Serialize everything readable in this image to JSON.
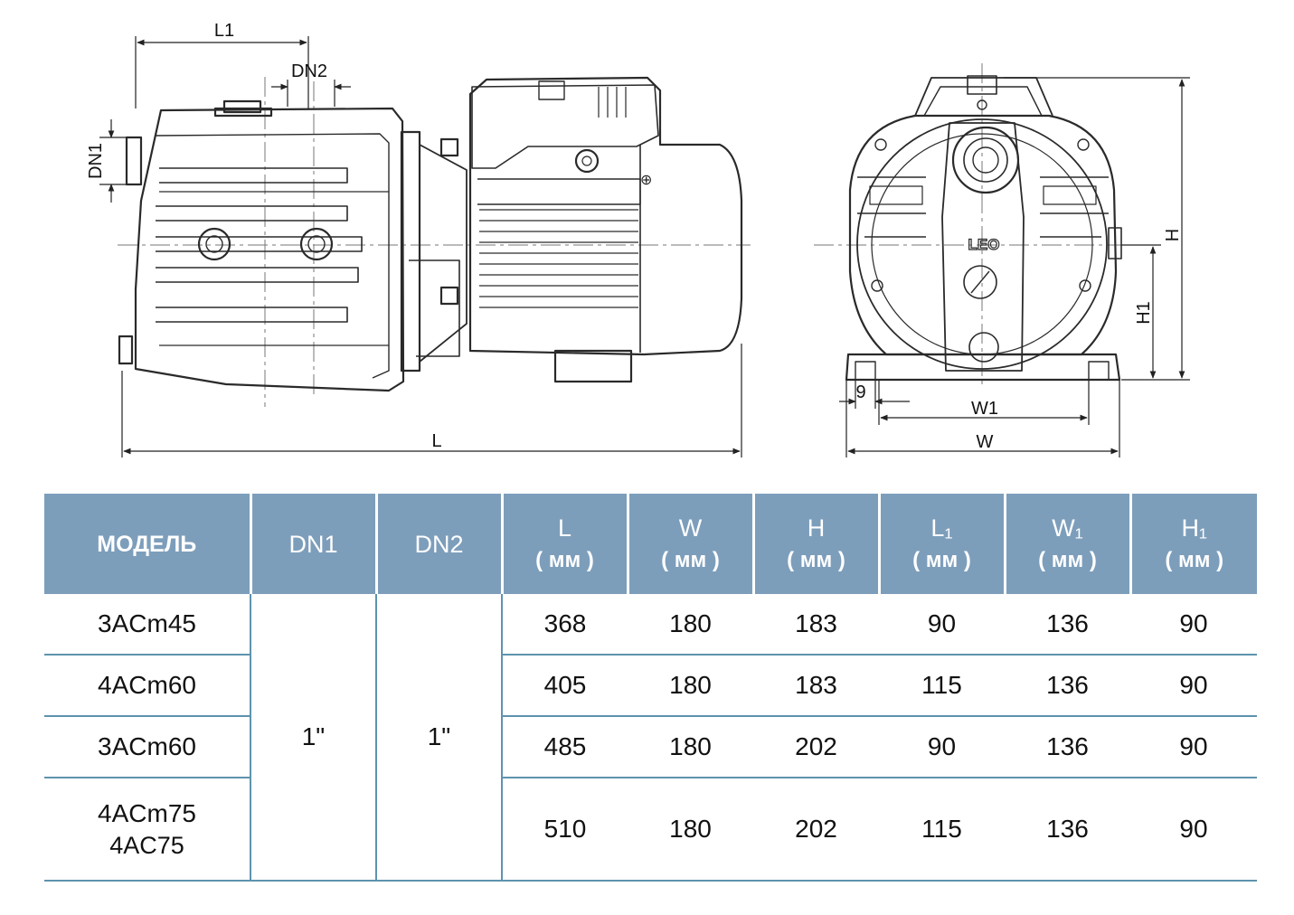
{
  "drawing": {
    "side_view_labels": {
      "l1": "L1",
      "dn2": "DN2",
      "dn1": "DN1",
      "l": "L"
    },
    "front_view_labels": {
      "h": "H",
      "h1": "H1",
      "w1": "W1",
      "w": "W",
      "nine": "9",
      "brand": "LEO"
    }
  },
  "table": {
    "headers": [
      {
        "main": "МОДЕЛЬ",
        "sub": ""
      },
      {
        "main": "DN1",
        "sub": ""
      },
      {
        "main": "DN2",
        "sub": ""
      },
      {
        "main": "L",
        "sub": "( мм )"
      },
      {
        "main": "W",
        "sub": "( мм )"
      },
      {
        "main": "H",
        "sub": "( мм )"
      },
      {
        "main": "L₁",
        "sub": "( мм )"
      },
      {
        "main": "W₁",
        "sub": "( мм )"
      },
      {
        "main": "H₁",
        "sub": "( мм )"
      }
    ],
    "dn1": "1\"",
    "dn2": "1\"",
    "rows": [
      {
        "model": "3ACm45",
        "model_alt": "",
        "l": "368",
        "w": "180",
        "h": "183",
        "l1": "90",
        "w1": "136",
        "h1": "90"
      },
      {
        "model": "4ACm60",
        "model_alt": "",
        "l": "405",
        "w": "180",
        "h": "183",
        "l1": "115",
        "w1": "136",
        "h1": "90"
      },
      {
        "model": "3ACm60",
        "model_alt": "",
        "l": "485",
        "w": "180",
        "h": "202",
        "l1": "90",
        "w1": "136",
        "h1": "90"
      },
      {
        "model": "4ACm75",
        "model_alt": "4AC75",
        "l": "510",
        "w": "180",
        "h": "202",
        "l1": "115",
        "w1": "136",
        "h1": "90"
      }
    ]
  }
}
